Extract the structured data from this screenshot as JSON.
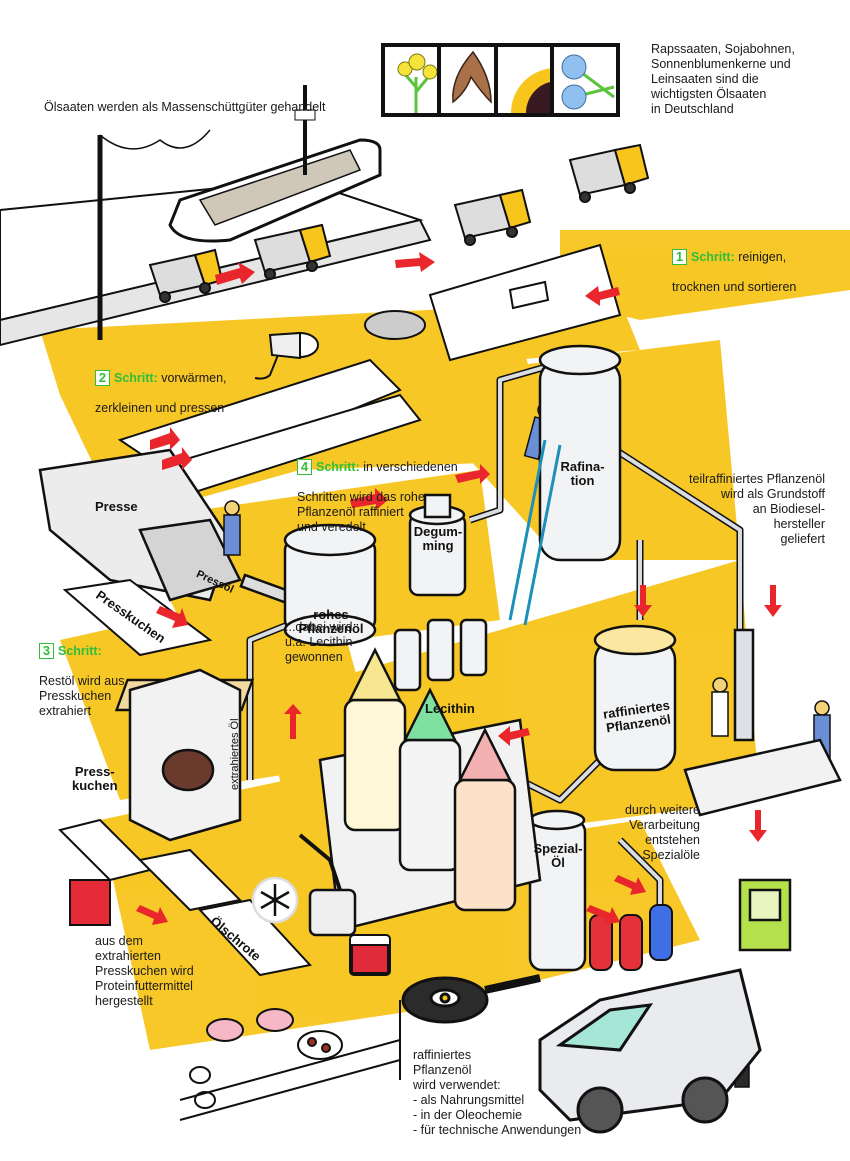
{
  "title_note": "Ölsaaten werden als Massenschüttgüter gehandelt",
  "seeds": {
    "icons": [
      "rapeseed-icon",
      "soybean-icon",
      "sunflower-icon",
      "flax-icon"
    ],
    "caption": "Rapssaaten, Sojabohnen,\nSonnenblumenkerne und\nLeinsaaten sind die\nwichtigsten Ölsaaten\nin Deutschland"
  },
  "steps": [
    {
      "number": "1",
      "word": "Schritt:",
      "text_first": "reinigen,",
      "text_rest": "trocknen und sortieren"
    },
    {
      "number": "2",
      "word": "Schritt:",
      "text_first": "vorwärmen,",
      "text_rest": "zerkleinen und pressen"
    },
    {
      "number": "3",
      "word": "Schritt:",
      "text_first": "",
      "text_rest": "Restöl wird aus\nPresskuchen\nextrahiert"
    },
    {
      "number": "4",
      "word": "Schritt:",
      "text_first": "in verschiedenen",
      "text_rest": "Schritten wird das rohe\nPflanzenöl raffiniert\nund veredelt"
    }
  ],
  "notes": {
    "biodiesel": "teilraffiniertes Pflanzenöl\nwird als Grundstoff\nan Biodiesel-\nhersteller\ngeliefert",
    "lecithin": "...dabei wird\nu.a. Lecithin\ngewonnen",
    "special_oils": "durch weitere\nVerarbeitung\nentstehen\nSpezialöle",
    "feed": "aus dem\nextrahierten\nPresskuchen wird\nProteinfuttermittel\nhergestellt",
    "usage": "raffiniertes\nPflanzenöl\nwird verwendet:\n- als Nahrungsmittel\n- in der Oleochemie\n- für technische Anwendungen"
  },
  "machine_labels": {
    "press": "Presse",
    "press_oil": "Pressöl",
    "press_cake_belt": "Presskuchen",
    "press_cake": "Press-\nkuchen",
    "crude_oil": "rohes\nPflanzenöl",
    "degumming": "Degum-\nming",
    "refination": "Rafina-\ntion",
    "lecithin": "Lecithin",
    "refined_oil": "raffiniertes\nPflanzenöl",
    "special_oil": "Spezial-\nÖl",
    "extracted_oil": "extrahiertes Öl",
    "meal": "Ölschrote"
  },
  "colors": {
    "flow_path": "#f7c51b",
    "step_green": "#2fbf3a",
    "arrow_red": "#e8262b",
    "pipe": "#d9dde2",
    "outline": "#111111"
  }
}
